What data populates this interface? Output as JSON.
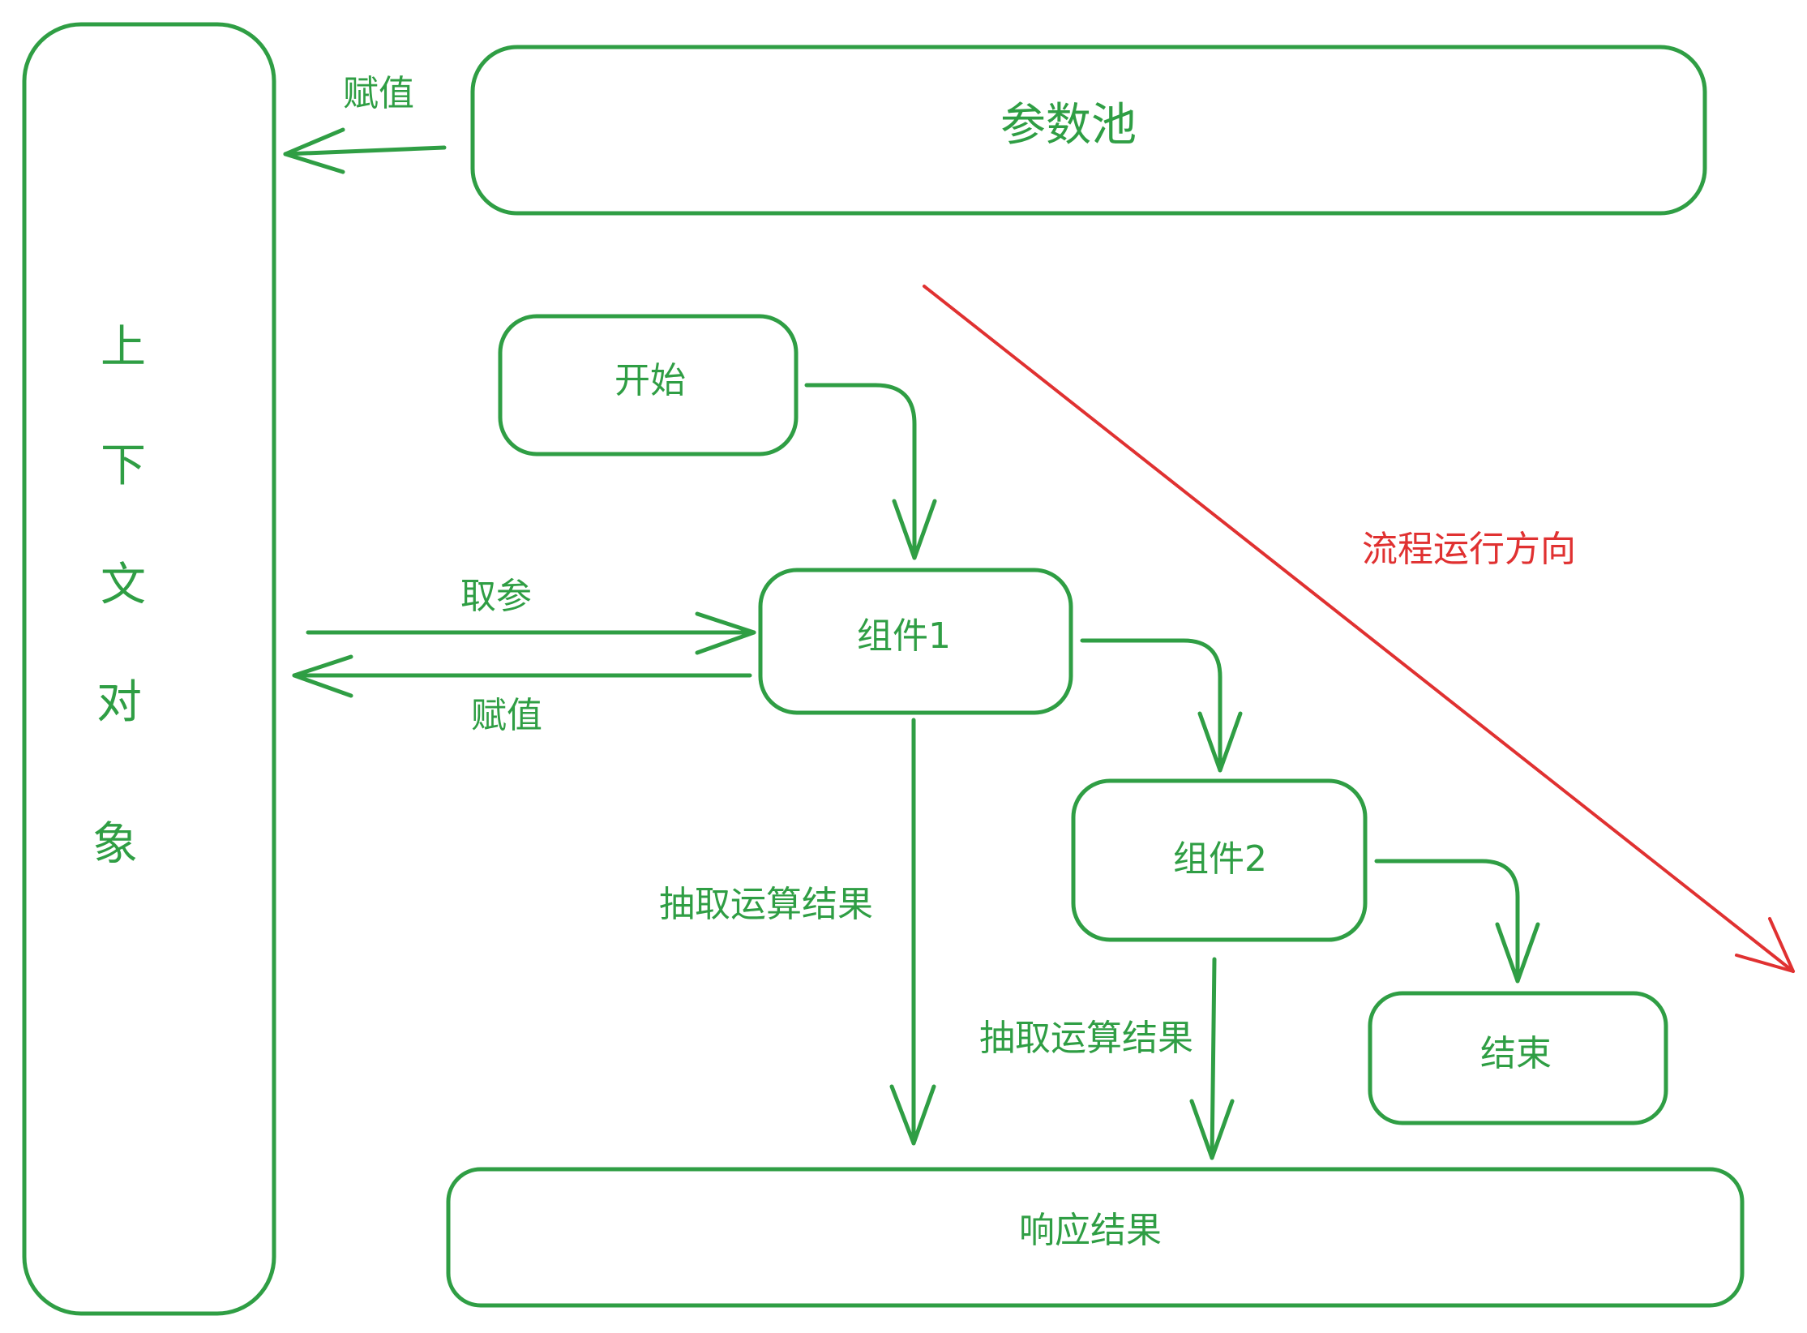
{
  "nodes": {
    "context_chars": [
      "上",
      "下",
      "文",
      "对",
      "象"
    ],
    "param_pool": "参数池",
    "start": "开始",
    "component1": "组件1",
    "component2": "组件2",
    "end": "结束",
    "response": "响应结果"
  },
  "edge_labels": {
    "pool_assign": "赋值",
    "get_param": "取参",
    "assign": "赋值",
    "extract1": "抽取运算结果",
    "extract2": "抽取运算结果",
    "flow_direction": "流程运行方向"
  },
  "colors": {
    "primary": "#2f9e44",
    "direction": "#e03131"
  }
}
